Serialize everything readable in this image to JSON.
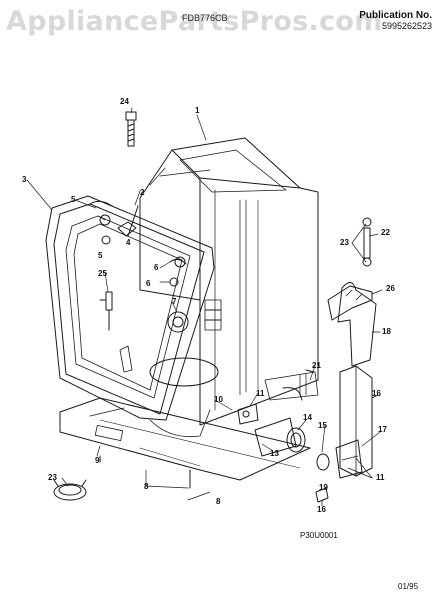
{
  "watermark": "AppliancePartsPros.com",
  "model_number": "FDB776CB",
  "publication": {
    "label": "Publication No.",
    "number": "5995262523"
  },
  "diagram_code": "P30U0001",
  "date": "01/95",
  "callouts": {
    "c1": "1",
    "c2": "2",
    "c3": "3",
    "c4": "4",
    "c5a": "5",
    "c5b": "5",
    "c6a": "6",
    "c6b": "6",
    "c7": "7",
    "c8": "8",
    "c9": "9",
    "c10": "10",
    "c11a": "11",
    "c11b": "11",
    "c13": "13",
    "c14": "14",
    "c15": "15",
    "c16a": "16",
    "c16b": "16",
    "c17": "17",
    "c18": "18",
    "c19": "19",
    "c21": "21",
    "c22": "22",
    "c23a": "23",
    "c23b": "23",
    "c24": "24",
    "c25": "25",
    "c26": "26",
    "c8b": "8"
  },
  "colors": {
    "line": "#1a1a1a",
    "watermark": "#d8d8d8",
    "background": "#ffffff"
  }
}
